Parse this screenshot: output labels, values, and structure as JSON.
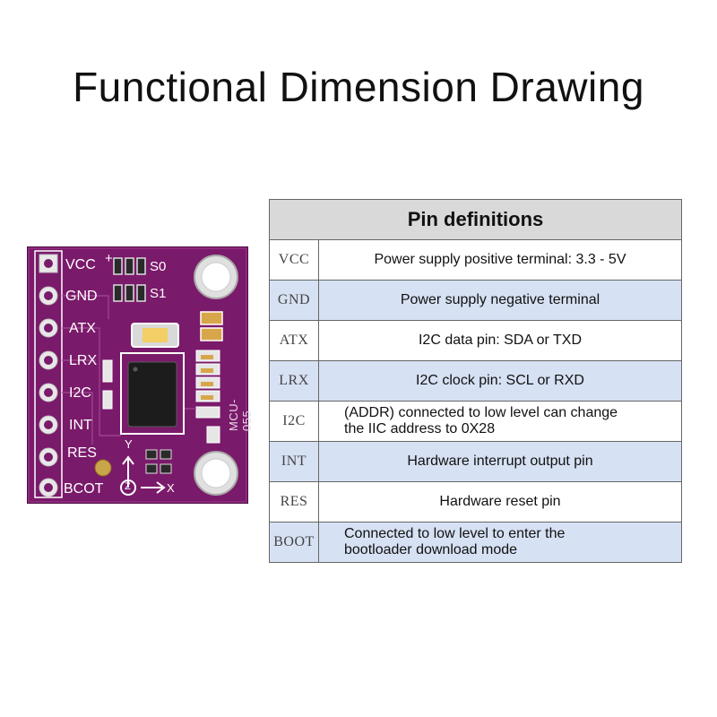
{
  "title": "Functional Dimension Drawing",
  "board": {
    "pins": [
      "VCC",
      "GND",
      "ATX",
      "LRX",
      "I2C",
      "INT",
      "RES",
      "BCOT"
    ],
    "jumpers": [
      "S0",
      "S1"
    ],
    "plus_mark": "+",
    "part_number": "MCU-055",
    "axes": {
      "y": "Y",
      "z": "Z",
      "x": "X"
    },
    "colors": {
      "pcb": "#7a1a6a",
      "pad": "#e8e8e8",
      "chip": "#1c1c1c",
      "resistor": "#d8a64a"
    }
  },
  "table": {
    "header": "Pin definitions",
    "rows": [
      {
        "pin": "VCC",
        "description": "Power supply positive terminal: 3.3 - 5V"
      },
      {
        "pin": "GND",
        "description": "Power supply negative terminal"
      },
      {
        "pin": "ATX",
        "description": "I2C data pin: SDA or TXD"
      },
      {
        "pin": "LRX",
        "description": "I2C clock pin: SCL or RXD"
      },
      {
        "pin": "I2C",
        "description_lines": [
          "(ADDR) connected to low level can change",
          "the IIC address to 0X28"
        ]
      },
      {
        "pin": "INT",
        "description": "Hardware interrupt output pin"
      },
      {
        "pin": "RES",
        "description": "Hardware reset pin"
      },
      {
        "pin": "BOOT",
        "description_lines": [
          "Connected to low level to enter the",
          "bootloader download mode"
        ]
      }
    ],
    "colors": {
      "header_bg": "#d9d9d9",
      "shaded_row": "#d6e1f3"
    }
  }
}
